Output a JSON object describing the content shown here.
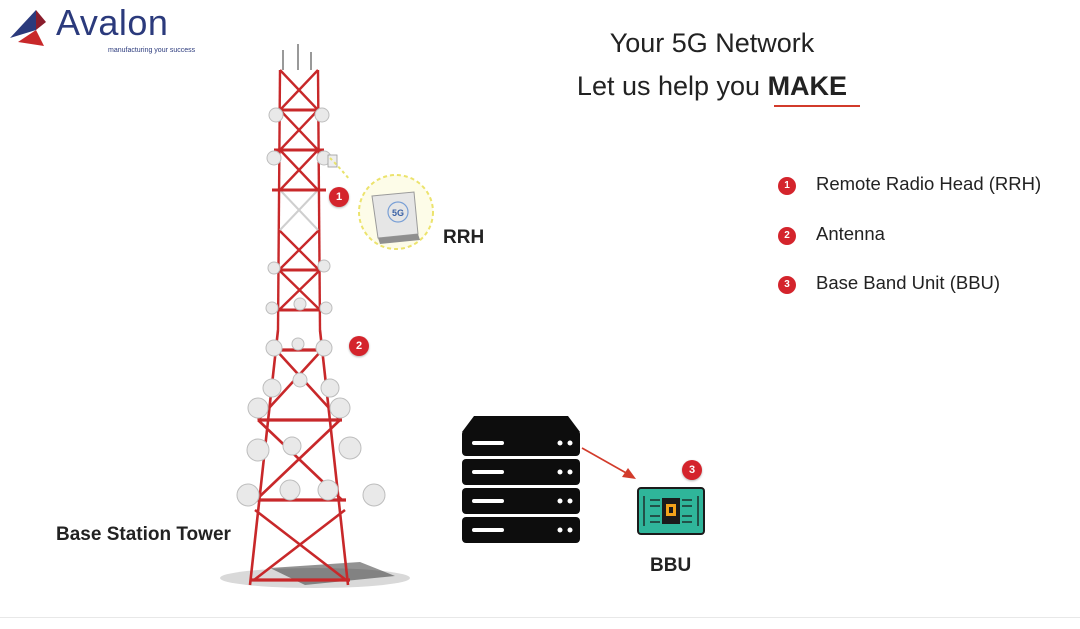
{
  "logo": {
    "name": "Avalon",
    "tagline": "manufacturing your success"
  },
  "headline": {
    "line1": "Your 5G Network",
    "line2_prefix": "Let us help you ",
    "line2_emphasis": "MAKE"
  },
  "legend": [
    {
      "number": "1",
      "label": "Remote Radio Head (RRH)"
    },
    {
      "number": "2",
      "label": "Antenna"
    },
    {
      "number": "3",
      "label": "Base Band Unit (BBU)"
    }
  ],
  "diagram": {
    "tower_label": "Base Station Tower",
    "rrh_label": "RRH",
    "rrh_icon_text": "5G",
    "bbu_label": "BBU",
    "badges": [
      "1",
      "2",
      "3"
    ]
  },
  "colors": {
    "brand_blue": "#2b3a7c",
    "accent_red": "#d4242c",
    "tower_red": "#c8282a",
    "board_green": "#2fb59a"
  }
}
